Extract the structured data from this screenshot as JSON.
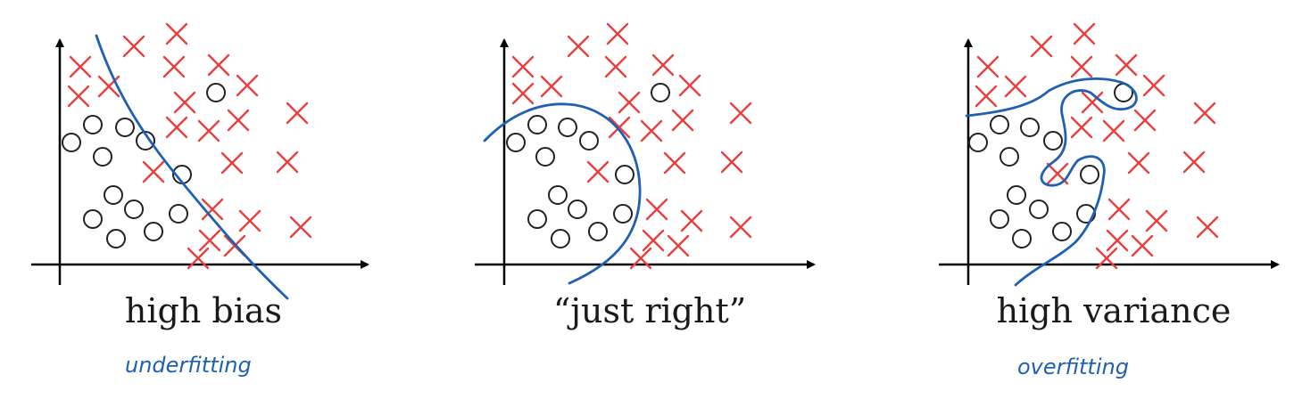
{
  "colors": {
    "cross": "#e8403f",
    "circle": "#222222",
    "boundary": "#1f5fb4",
    "axis": "#000000"
  },
  "panels": [
    {
      "caption": "high bias",
      "annotation": "underfitting",
      "crosses": [
        [
          150,
          52
        ],
        [
          198,
          38
        ],
        [
          90,
          75
        ],
        [
          195,
          75
        ],
        [
          245,
          73
        ],
        [
          88,
          108
        ],
        [
          122,
          97
        ],
        [
          277,
          96
        ],
        [
          207,
          115
        ],
        [
          333,
          127
        ],
        [
          198,
          143
        ],
        [
          234,
          147
        ],
        [
          267,
          135
        ],
        [
          172,
          193
        ],
        [
          260,
          183
        ],
        [
          322,
          182
        ],
        [
          238,
          235
        ],
        [
          280,
          248
        ],
        [
          337,
          255
        ],
        [
          235,
          270
        ],
        [
          263,
          276
        ],
        [
          222,
          290
        ]
      ],
      "circles": [
        [
          242,
          104
        ],
        [
          80,
          160
        ],
        [
          104,
          140
        ],
        [
          140,
          143
        ],
        [
          163,
          158
        ],
        [
          115,
          176
        ],
        [
          204,
          196
        ],
        [
          127,
          219
        ],
        [
          150,
          235
        ],
        [
          200,
          240
        ],
        [
          104,
          246
        ],
        [
          172,
          260
        ],
        [
          130,
          268
        ]
      ]
    },
    {
      "caption": "“just right”",
      "annotation": "",
      "crosses": [
        [
          648,
          52
        ],
        [
          692,
          38
        ],
        [
          586,
          75
        ],
        [
          690,
          75
        ],
        [
          743,
          73
        ],
        [
          586,
          105
        ],
        [
          618,
          97
        ],
        [
          773,
          96
        ],
        [
          705,
          115
        ],
        [
          830,
          127
        ],
        [
          694,
          143
        ],
        [
          730,
          147
        ],
        [
          765,
          135
        ],
        [
          670,
          193
        ],
        [
          756,
          183
        ],
        [
          820,
          182
        ],
        [
          736,
          235
        ],
        [
          775,
          248
        ],
        [
          830,
          255
        ],
        [
          732,
          270
        ],
        [
          760,
          276
        ],
        [
          718,
          290
        ]
      ],
      "circles": [
        [
          740,
          104
        ],
        [
          578,
          160
        ],
        [
          602,
          140
        ],
        [
          636,
          143
        ],
        [
          660,
          158
        ],
        [
          611,
          176
        ],
        [
          700,
          196
        ],
        [
          625,
          219
        ],
        [
          647,
          235
        ],
        [
          698,
          240
        ],
        [
          602,
          246
        ],
        [
          670,
          260
        ],
        [
          628,
          268
        ]
      ]
    },
    {
      "caption": "high variance",
      "annotation": "overfitting",
      "crosses": [
        [
          1167,
          52
        ],
        [
          1215,
          38
        ],
        [
          1107,
          75
        ],
        [
          1212,
          75
        ],
        [
          1262,
          73
        ],
        [
          1105,
          108
        ],
        [
          1138,
          97
        ],
        [
          1293,
          96
        ],
        [
          1224,
          115
        ],
        [
          1350,
          127
        ],
        [
          1212,
          143
        ],
        [
          1248,
          147
        ],
        [
          1283,
          135
        ],
        [
          1185,
          195
        ],
        [
          1276,
          183
        ],
        [
          1338,
          182
        ],
        [
          1254,
          235
        ],
        [
          1296,
          248
        ],
        [
          1353,
          255
        ],
        [
          1252,
          270
        ],
        [
          1280,
          276
        ],
        [
          1240,
          290
        ]
      ],
      "circles": [
        [
          1259,
          104
        ],
        [
          1096,
          160
        ],
        [
          1120,
          140
        ],
        [
          1154,
          143
        ],
        [
          1180,
          158
        ],
        [
          1131,
          176
        ],
        [
          1221,
          196
        ],
        [
          1139,
          219
        ],
        [
          1164,
          235
        ],
        [
          1217,
          240
        ],
        [
          1120,
          246
        ],
        [
          1190,
          260
        ],
        [
          1145,
          268
        ]
      ]
    }
  ]
}
